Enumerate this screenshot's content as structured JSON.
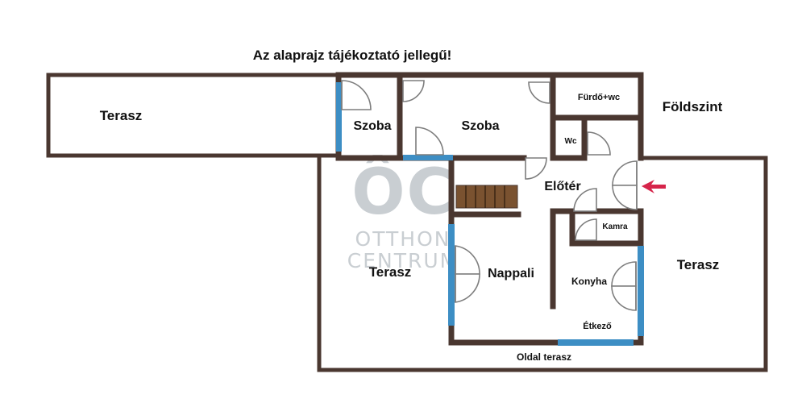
{
  "notice": "Az alaprajz tájékoztató jellegű!",
  "level": "Földszint",
  "rooms": {
    "terrace_top_left": "Terasz",
    "szoba_small": "Szoba",
    "szoba_large": "Szoba",
    "bathroom": "Fürdő+wc",
    "wc": "Wc",
    "hallway": "Előtér",
    "pantry": "Kamra",
    "terrace_left": "Terasz",
    "living_room": "Nappali",
    "kitchen": "Konyha",
    "terrace_right": "Terasz",
    "dining": "Étkező",
    "side_terrace": "Oldal terasz"
  },
  "watermark": {
    "logo": "ÔC",
    "line1": "OTTHON",
    "line2": "CENTRUM"
  },
  "colors": {
    "wall": "#4a3730",
    "window": "#3d8ec4",
    "door": "#7d7d7d",
    "stairs": "#7a5230",
    "entry_arrow": "#d6244a"
  }
}
